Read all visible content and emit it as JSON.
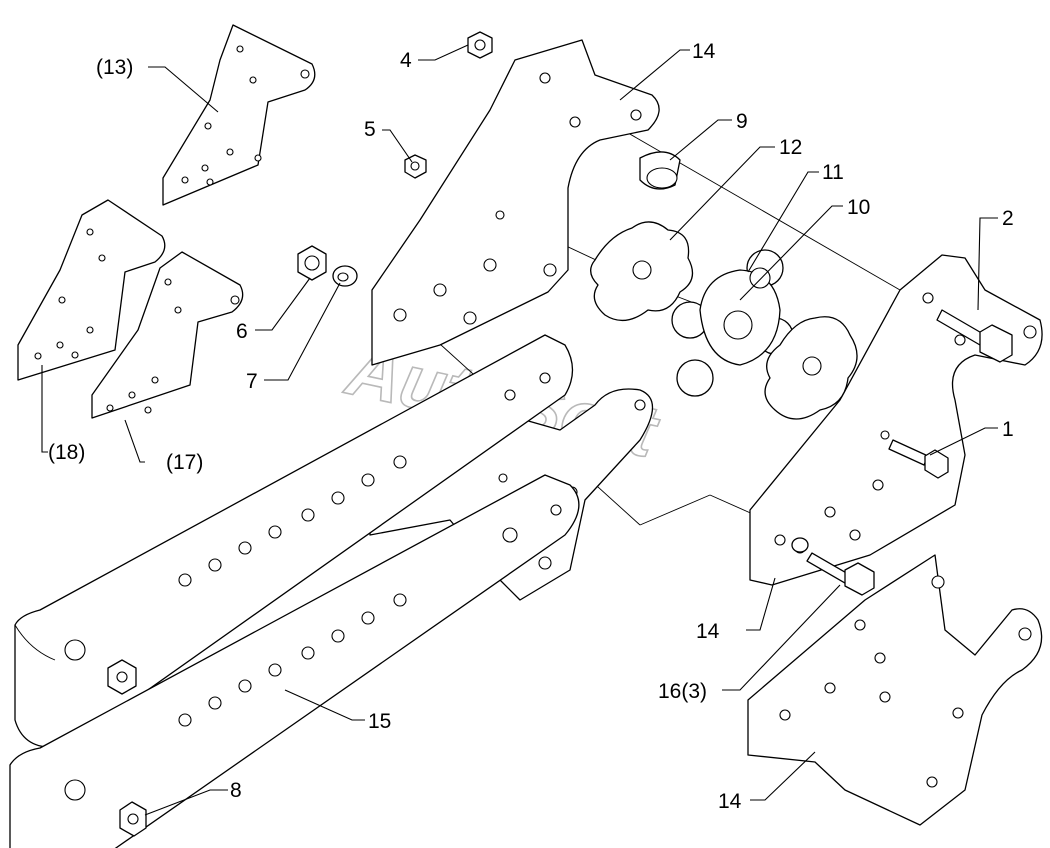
{
  "diagram": {
    "watermark": "AutoSoft",
    "callouts": [
      {
        "id": "c13",
        "text": "(13)"
      },
      {
        "id": "c18",
        "text": "(18)"
      },
      {
        "id": "c17",
        "text": "(17)"
      },
      {
        "id": "c4",
        "text": "4"
      },
      {
        "id": "c5",
        "text": "5"
      },
      {
        "id": "c6",
        "text": "6"
      },
      {
        "id": "c7",
        "text": "7"
      },
      {
        "id": "c14a",
        "text": "14"
      },
      {
        "id": "c9",
        "text": "9"
      },
      {
        "id": "c12",
        "text": "12"
      },
      {
        "id": "c11",
        "text": "11"
      },
      {
        "id": "c10",
        "text": "10"
      },
      {
        "id": "c2",
        "text": "2"
      },
      {
        "id": "c1",
        "text": "1"
      },
      {
        "id": "c14b",
        "text": "14"
      },
      {
        "id": "c16",
        "text": "16(3)"
      },
      {
        "id": "c15",
        "text": "15"
      },
      {
        "id": "c8",
        "text": "8"
      },
      {
        "id": "c14c",
        "text": "14"
      }
    ]
  }
}
